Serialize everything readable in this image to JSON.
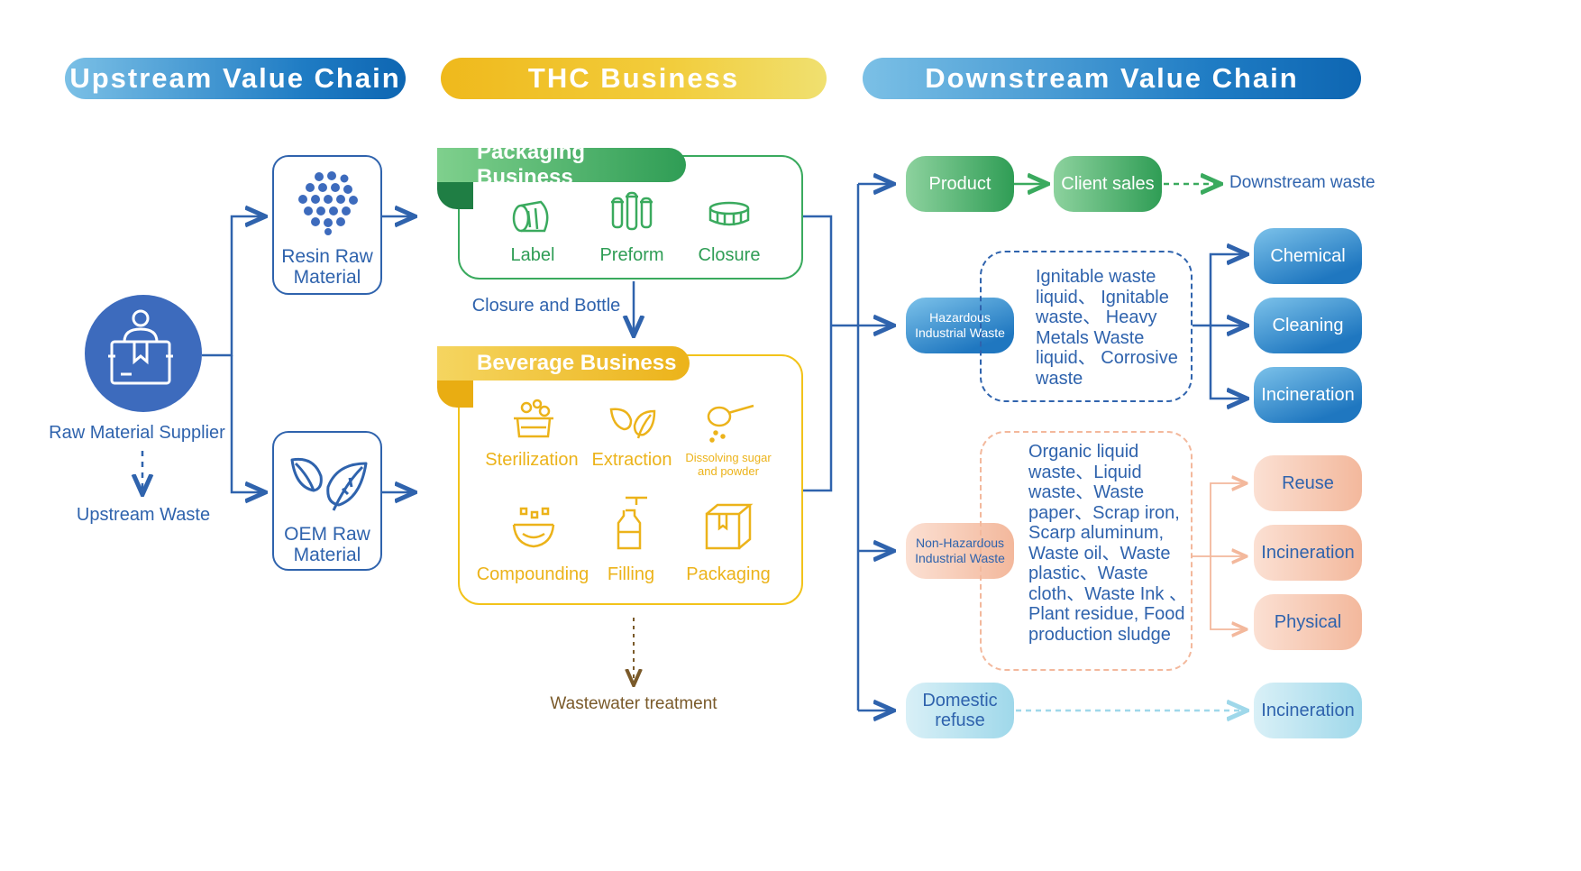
{
  "headers": {
    "upstream": "Upstream Value Chain",
    "thc": "THC Business",
    "downstream": "Downstream Value Chain"
  },
  "upstream": {
    "supplier_label": "Raw Material Supplier",
    "waste_label": "Upstream Waste",
    "resin_label": "Resin Raw Material",
    "oem_label": "OEM Raw Material"
  },
  "packaging": {
    "title": "Packaging Business",
    "items": [
      "Label",
      "Preform",
      "Closure"
    ],
    "connector_label": "Closure and Bottle"
  },
  "beverage": {
    "title": "Beverage Business",
    "items": [
      "Sterilization",
      "Extraction",
      "Dissolving sugar and powder",
      "Compounding",
      "Filling",
      "Packaging"
    ],
    "wastewater_label": "Wastewater treatment"
  },
  "downstream": {
    "product": "Product",
    "client_sales": "Client sales",
    "downstream_waste": "Downstream waste",
    "hazardous": {
      "label": "Hazardous Industrial Waste",
      "list": "Ignitable waste liquid、 Ignitable waste、 Heavy Metals Waste liquid、 Corrosive waste",
      "outputs": [
        "Chemical",
        "Cleaning",
        "Incineration"
      ]
    },
    "non_hazardous": {
      "label": "Non-Hazardous Industrial Waste",
      "list": "Organic liquid waste、Liquid waste、Waste paper、Scrap iron, Scarp aluminum, Waste oil、Waste plastic、Waste cloth、Waste Ink 、Plant residue, Food production sludge",
      "outputs": [
        "Reuse",
        "Incineration",
        "Physical"
      ]
    },
    "domestic": {
      "label": "Domestic refuse",
      "output": "Incineration"
    }
  },
  "colors": {
    "blue": "#2f63ad",
    "green": "#3aaa5e",
    "gold": "#f2c31a",
    "peach": "#f3b89c",
    "cyan": "#9fd8ea"
  }
}
